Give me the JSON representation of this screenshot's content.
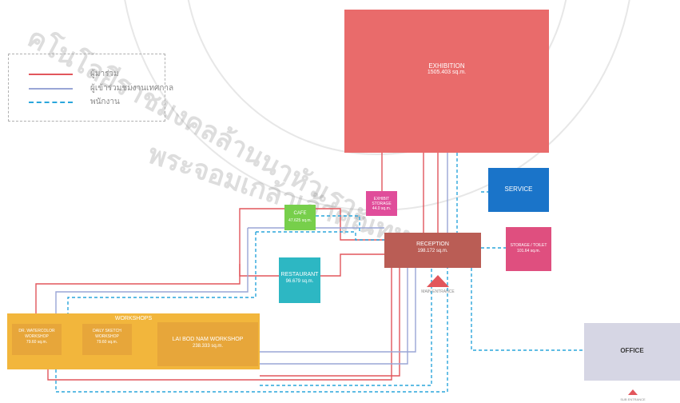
{
  "legend": {
    "items": [
      {
        "label": "ผู้มาร่วม",
        "color": "#e2565c",
        "style": "solid"
      },
      {
        "label": "ผู้เข้าร่วมชมงานเทศกาล",
        "color": "#9aa6d6",
        "style": "solid"
      },
      {
        "label": "พนักงาน",
        "color": "#2aa6dc",
        "style": "dashed"
      }
    ]
  },
  "spaces": {
    "exhibition": {
      "name": "EXHIBITION",
      "area": "1505.403 sq.m."
    },
    "service": {
      "name": "SERVICE"
    },
    "storage_left": {
      "name": "EXHIBIT STORAGE",
      "area": "44.0 sq.m."
    },
    "cafe": {
      "name": "CAFE",
      "area": "47.625 sq.m."
    },
    "reception": {
      "name": "RECEPTION",
      "area": "198.172 sq.m."
    },
    "storage_right": {
      "name": "STORAGE / TOILET",
      "area": "101.64 sq.m."
    },
    "restaurant": {
      "name": "RESTAURANT",
      "area": "96.679 sq.m."
    },
    "workshops": {
      "name": "WORKSHOPS",
      "items": [
        {
          "name": "DR. WATERCOLOR WORKSHOP",
          "area": "79.60 sq.m."
        },
        {
          "name": "DAILY SKETCH WORKSHOP",
          "area": "79.60 sq.m."
        },
        {
          "name": "LAI BOD NAM WORKSHOP",
          "area": "238.333 sq.m."
        }
      ]
    },
    "office": {
      "name": "OFFICE"
    }
  },
  "entrances": {
    "main": "MAIN ENTRANCE",
    "sub": "SUB ENTRANCE"
  },
  "watermark": {
    "text_top": "คโนโลยีราชมงคลล้านนาหัวเราะ",
    "text_bottom": "พระจอมเกล้าเจ้าคุณทหาร"
  },
  "colors": {
    "visitor_line": "#e2565c",
    "festival_line": "#9aa6d6",
    "staff_line": "#2aa6dc",
    "exhibition": "#e96b6b",
    "service": "#1a74c9",
    "cafe": "#77cf4b",
    "reception": "#ba5d55",
    "restaurant": "#2db7c3",
    "workshops": "#f2b63c",
    "office": "#d6d6e4"
  }
}
